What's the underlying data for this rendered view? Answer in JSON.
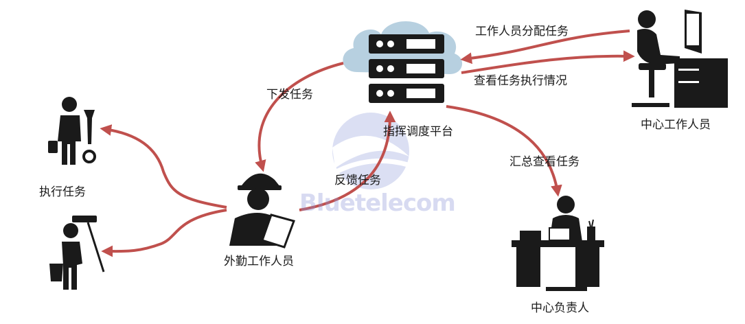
{
  "nodes": {
    "platform": "指挥调度平台",
    "center_staff": "中心工作人员",
    "center_manager": "中心负责人",
    "field_worker": "外勤工作人员",
    "execute": "执行任务"
  },
  "edges": {
    "assign": "工作人员分配任务",
    "view_status": "查看任务执行情况",
    "dispatch": "下发任务",
    "feedback": "反馈任务",
    "summary": "汇总查看任务"
  },
  "watermark": "Bluetelecom",
  "colors": {
    "arrow": "#c0504d",
    "silhouette": "#1a1a1a",
    "cloud": "#b7d0e0",
    "watermark": "#8c96d7"
  }
}
